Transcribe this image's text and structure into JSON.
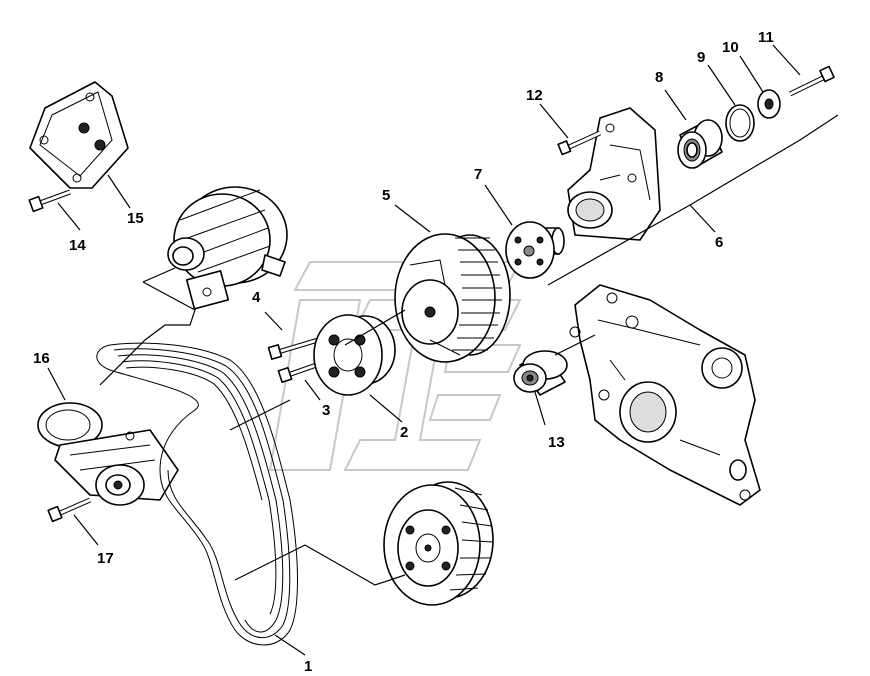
{
  "callouts": [
    {
      "id": "1",
      "part": "belt"
    },
    {
      "id": "2",
      "part": "hub"
    },
    {
      "id": "3",
      "part": "bolt"
    },
    {
      "id": "4",
      "part": "bolt"
    },
    {
      "id": "5",
      "part": "pulley"
    },
    {
      "id": "6",
      "part": "bracket-assembly"
    },
    {
      "id": "7",
      "part": "hub"
    },
    {
      "id": "8",
      "part": "bearing"
    },
    {
      "id": "9",
      "part": "ring"
    },
    {
      "id": "10",
      "part": "washer"
    },
    {
      "id": "11",
      "part": "bolt"
    },
    {
      "id": "12",
      "part": "bolt"
    },
    {
      "id": "13",
      "part": "idler-pulley"
    },
    {
      "id": "14",
      "part": "bolt"
    },
    {
      "id": "15",
      "part": "cover"
    },
    {
      "id": "16",
      "part": "tensioner"
    },
    {
      "id": "17",
      "part": "bolt"
    }
  ],
  "colors": {
    "line": "#000000",
    "watermark": "#c8c8c8",
    "background": "#ffffff"
  }
}
